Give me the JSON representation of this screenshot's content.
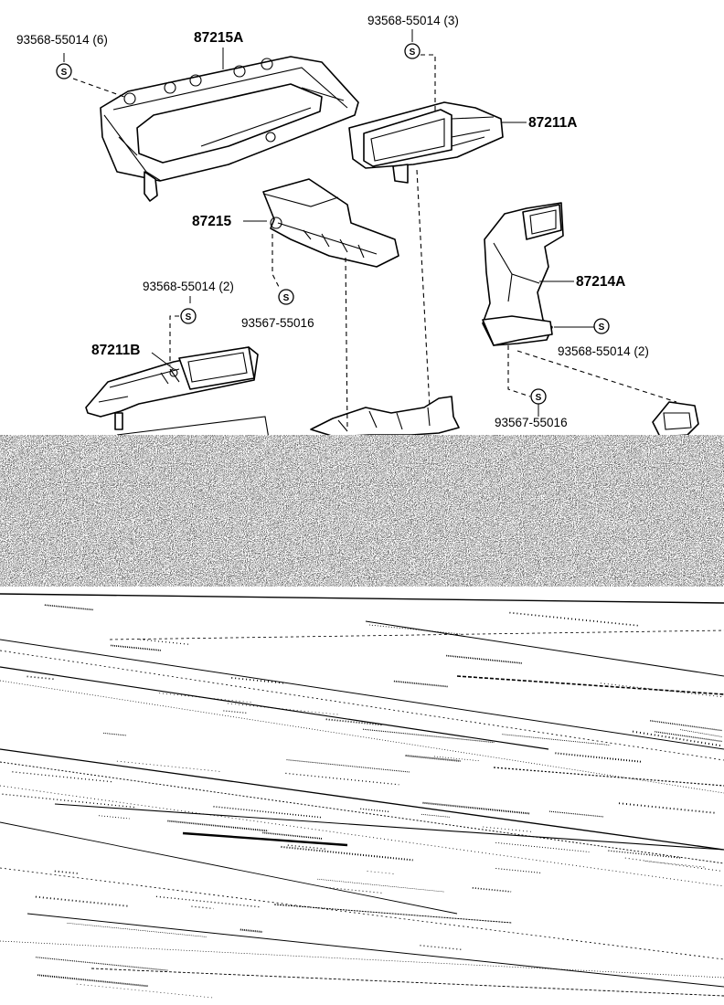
{
  "labels": {
    "screw_6": "93568-55014 (6)",
    "part_87215A": "87215A",
    "screw_3": "93568-55014 (3)",
    "part_87211A": "87211A",
    "part_87215": "87215",
    "part_87214A": "87214A",
    "screw_2_left": "93568-55014 (2)",
    "clip_55016_left": "93567-55016",
    "part_87211B": "87211B",
    "screw_2_right": "93568-55014 (2)",
    "clip_55016_right": "93567-55016"
  },
  "screw_symbol": "S",
  "colors": {
    "ink": "#000000",
    "paper": "#ffffff"
  }
}
